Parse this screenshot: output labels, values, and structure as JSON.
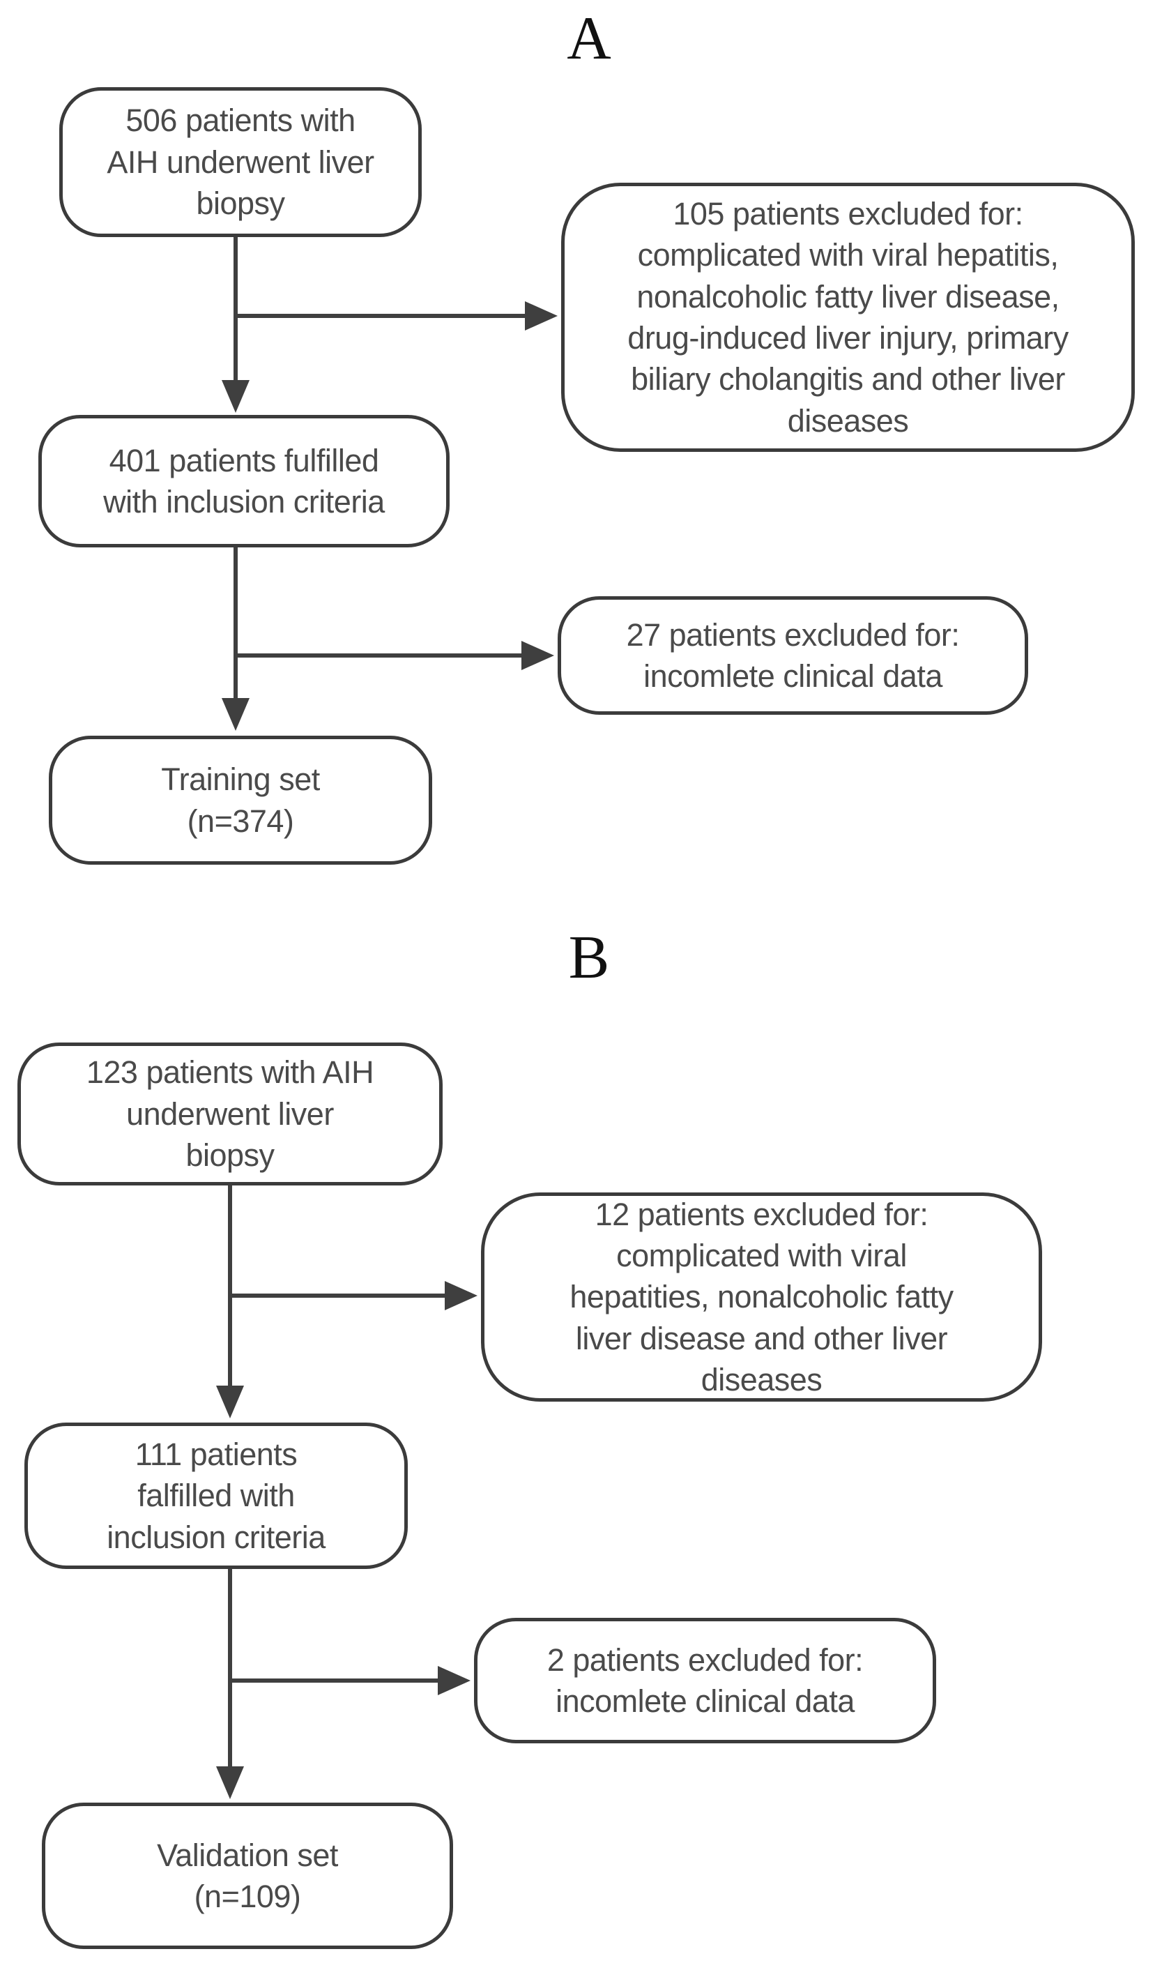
{
  "figure": {
    "colors": {
      "border": "#3b3b3b",
      "text": "#4a4a4a",
      "arrow": "#3f3f3f",
      "background": "#ffffff"
    },
    "panel_a": {
      "label": "A",
      "start_box": "506 patients with\nAIH underwent liver\nbiopsy",
      "excluded_box_1": "105 patients excluded for:\ncomplicated with viral hepatitis,\nnonalcoholic fatty liver disease,\ndrug-induced liver injury, primary\nbiliary cholangitis and other liver\ndiseases",
      "included_box": "401 patients fulfilled\nwith inclusion criteria",
      "excluded_box_2": "27 patients excluded for:\nincomlete clinical data",
      "result_box": "Training set\n(n=374)"
    },
    "panel_b": {
      "label": "B",
      "start_box": "123 patients with AIH\nunderwent liver\nbiopsy",
      "excluded_box_1": "12 patients excluded for:\ncomplicated with viral\nhepatities, nonalcoholic fatty\nliver disease and other liver\ndiseases",
      "included_box": "111 patients\nfalfilled with\ninclusion criteria",
      "excluded_box_2": "2 patients excluded for:\nincomlete clinical data",
      "result_box": "Validation set\n(n=109)"
    }
  }
}
